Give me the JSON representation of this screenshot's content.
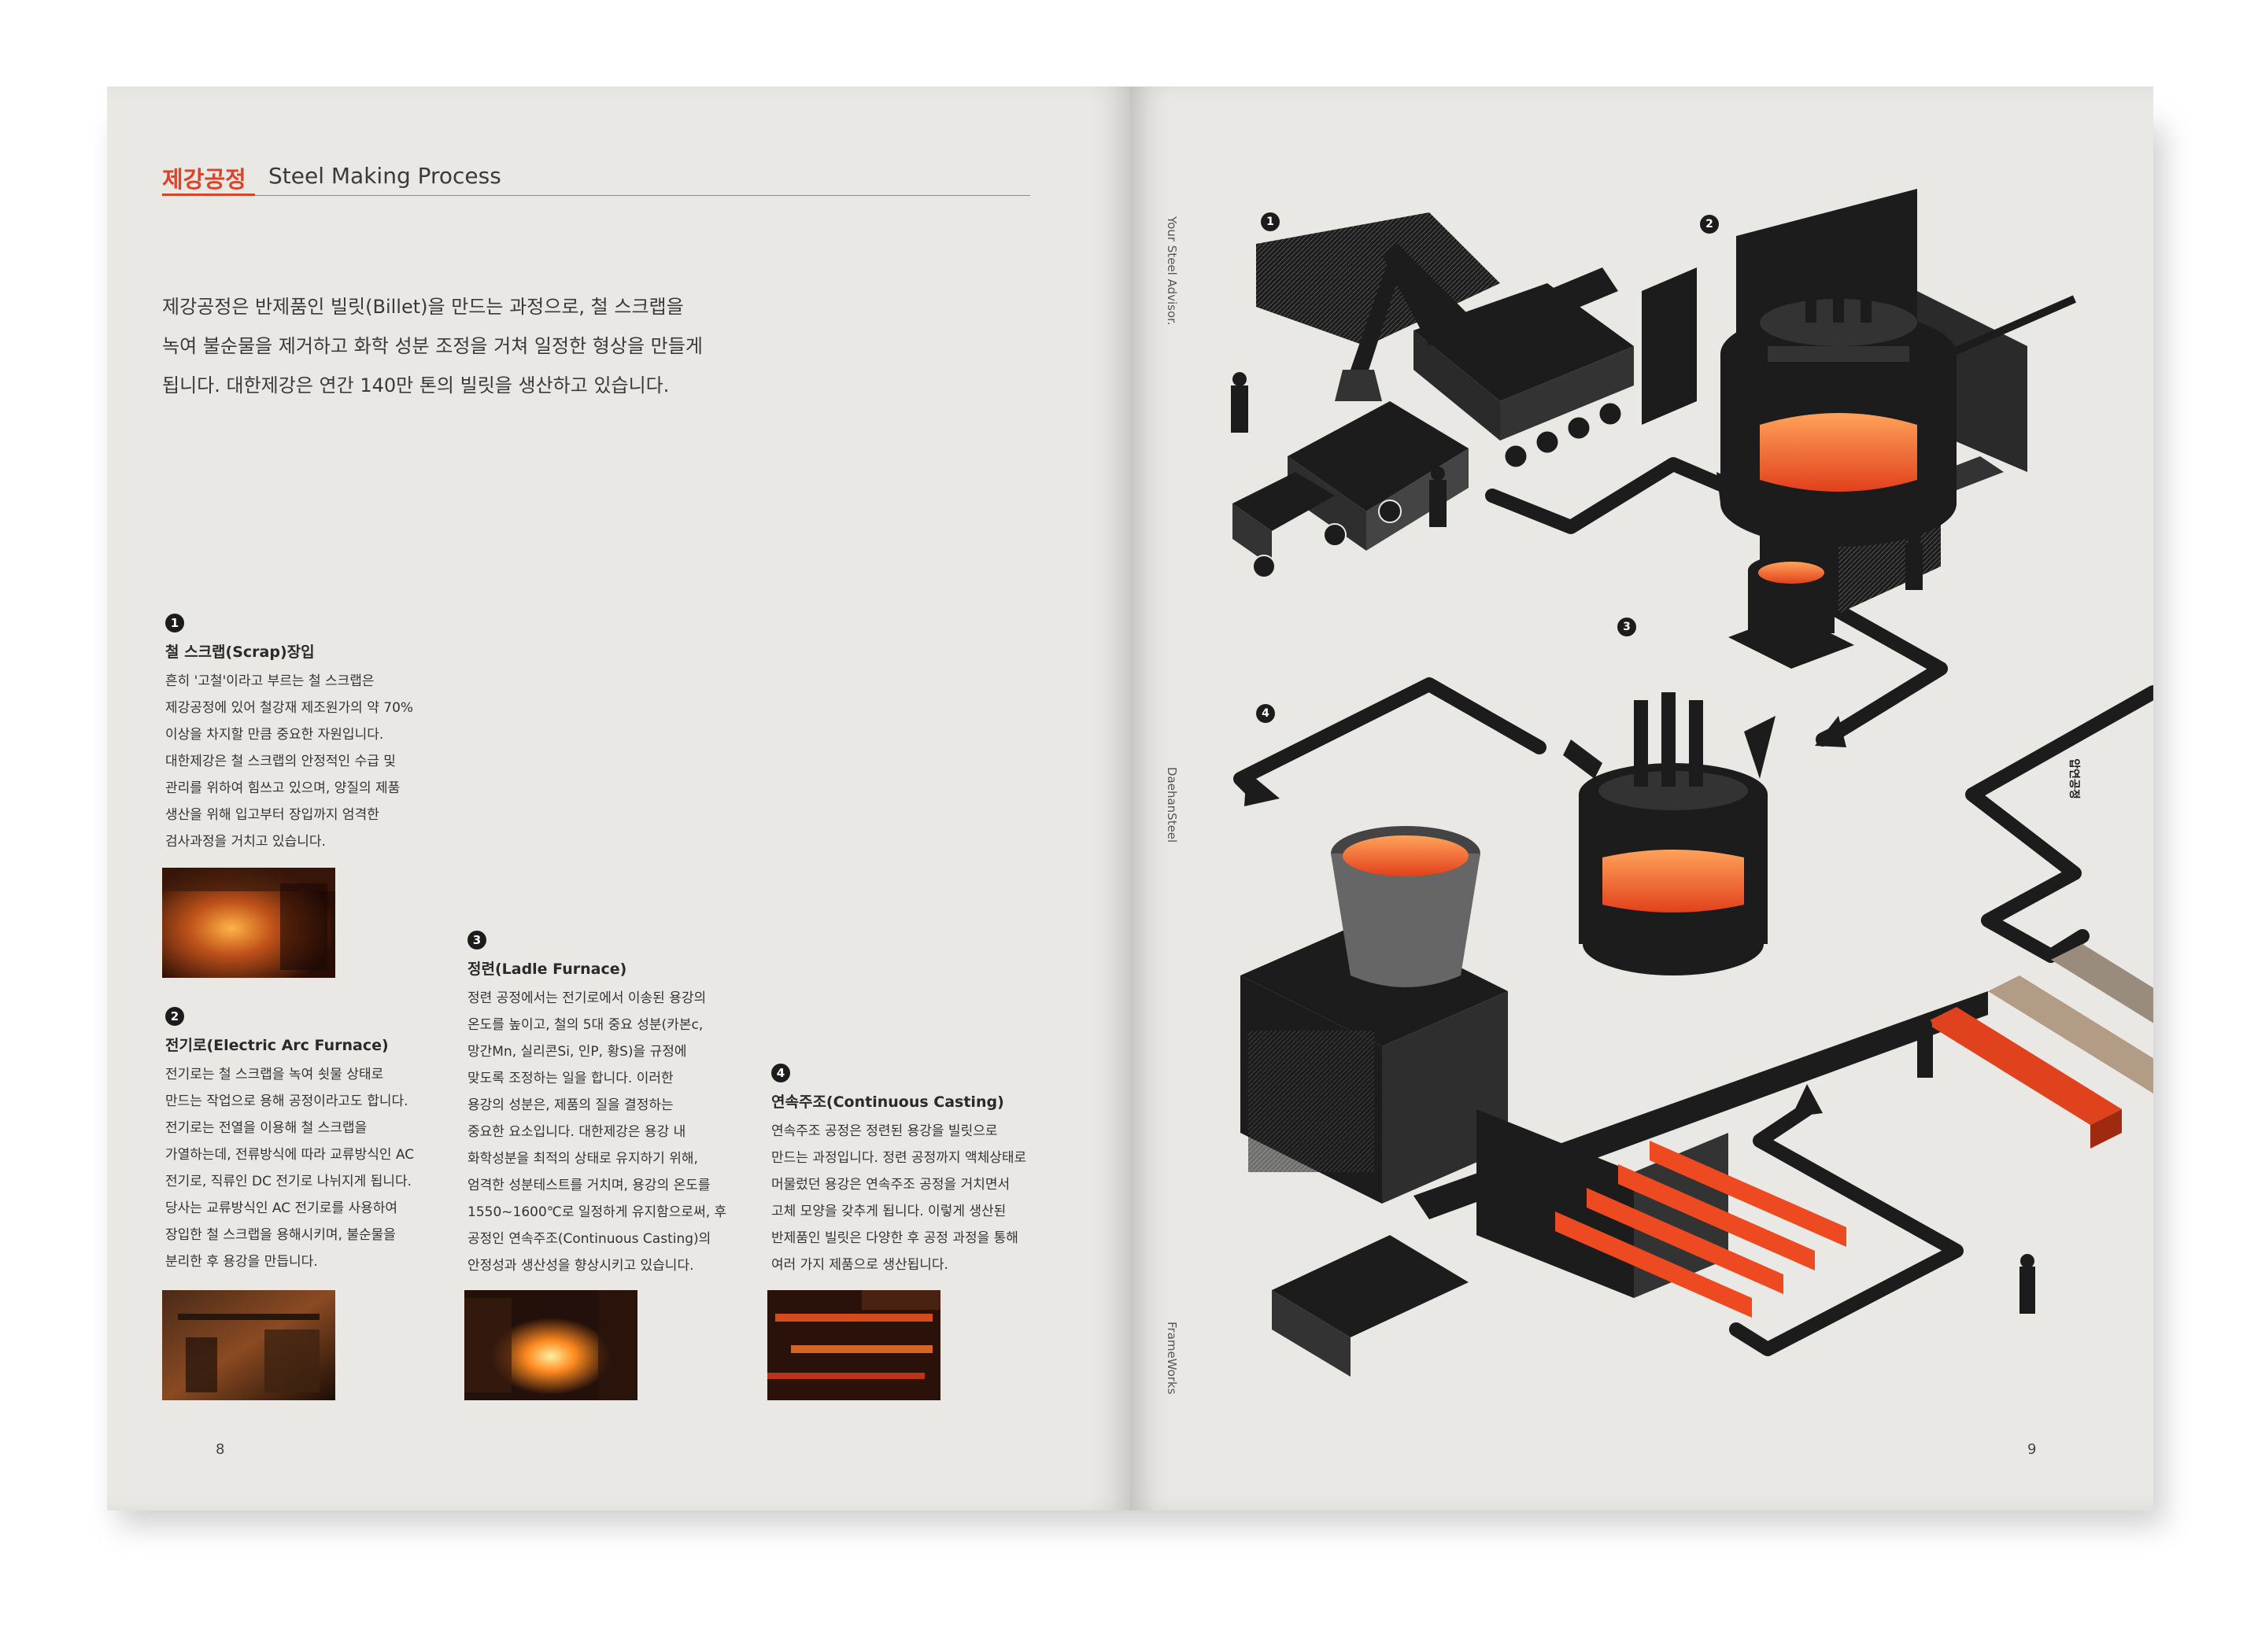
{
  "header": {
    "title_ko": "제강공정",
    "title_en": "Steel Making Process"
  },
  "intro": [
    "제강공정은 반제품인 빌릿(Billet)을 만드는 과정으로, 철 스크랩을",
    "녹여 불순물을 제거하고 화학 성분 조정을 거쳐 일정한 형상을 만들게",
    "됩니다. 대한제강은 연간 140만 톤의 빌릿을 생산하고 있습니다."
  ],
  "steps": [
    {
      "num": "1",
      "title": "철 스크랩(Scrap)장입",
      "lines": [
        "흔히 '고철'이라고 부르는 철 스크랩은",
        "제강공정에 있어 철강재 제조원가의 약 70%",
        "이상을 차지할 만큼 중요한 자원입니다.",
        "대한제강은 철 스크랩의 안정적인 수급 및",
        "관리를 위하여 힘쓰고 있으며, 양질의 제품",
        "생산을 위해 입고부터 장입까지 엄격한",
        "검사과정을 거치고 있습니다."
      ]
    },
    {
      "num": "2",
      "title": "전기로(Electric Arc Furnace)",
      "lines": [
        "전기로는 철 스크랩을 녹여 쇳물 상태로",
        "만드는 작업으로 용해 공정이라고도 합니다.",
        "전기로는 전열을 이용해 철 스크랩을",
        "가열하는데, 전류방식에 따라 교류방식인 AC",
        "전기로, 직류인 DC 전기로 나뉘지게 됩니다.",
        "당사는 교류방식인 AC 전기로를 사용하여",
        "장입한 철 스크랩을 용해시키며, 불순물을",
        "분리한 후 용강을 만듭니다."
      ]
    },
    {
      "num": "3",
      "title": "정련(Ladle Furnace)",
      "lines": [
        "정련 공정에서는 전기로에서 이송된 용강의",
        "온도를 높이고, 철의 5대 중요 성분(카본c,",
        "망간Mn, 실리콘Si, 인P, 황S)을 규정에",
        "맞도록 조정하는 일을 합니다. 이러한",
        "용강의 성분은, 제품의 질을 결정하는",
        "중요한 요소입니다. 대한제강은 용강 내",
        "화학성분을 최적의 상태로 유지하기 위해,",
        "엄격한 성분테스트를 거치며, 용강의 온도를",
        "1550~1600℃로 일정하게 유지함으로써, 후",
        "공정인 연속주조(Continuous Casting)의",
        "안정성과 생산성을 향상시키고 있습니다."
      ]
    },
    {
      "num": "4",
      "title": "연속주조(Continuous Casting)",
      "lines": [
        "연속주조 공정은 정련된 용강을 빌릿으로",
        "만드는 과정입니다. 정련 공정까지 액체상태로",
        "머물렀던 용강은 연속주조 공정을 거치면서",
        "고체 모양을 갖추게 됩니다. 이렇게 생산된",
        "반제품인 빌릿은 다양한 후 공정 과정을 통해",
        "여러 가지 제품으로 생산됩니다."
      ]
    }
  ],
  "page_numbers": {
    "left": "8",
    "right": "9"
  },
  "side_labels": [
    "Your Steel Advisor.",
    "DaehanSteel",
    "FrameWorks"
  ],
  "illustration": {
    "markers": [
      "1",
      "2",
      "3",
      "4"
    ],
    "exit_label": "압연공정"
  },
  "colors": {
    "accent": "#d9452a",
    "paper": "#e9e8e5",
    "ink": "#1c1c1c",
    "molten": "#f05a22"
  }
}
